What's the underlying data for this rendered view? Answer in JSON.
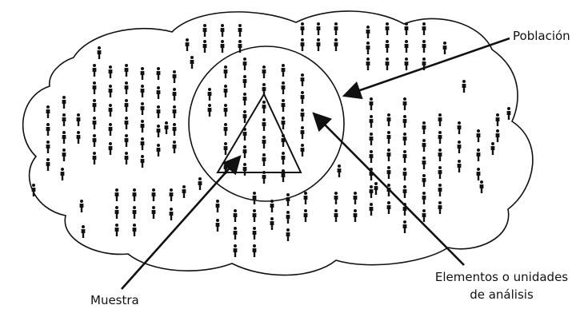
{
  "labels": {
    "poblacion": "Población",
    "elementos_line1": "Elementos o unidades",
    "elementos_line2": "de análisis",
    "muestra": "Muestra"
  },
  "colors": {
    "ink": "#111111",
    "background": "#ffffff"
  },
  "shapes": {
    "outer": "cloud-outline",
    "middle": "circle",
    "inner": "triangle",
    "elements": "person-icon"
  }
}
